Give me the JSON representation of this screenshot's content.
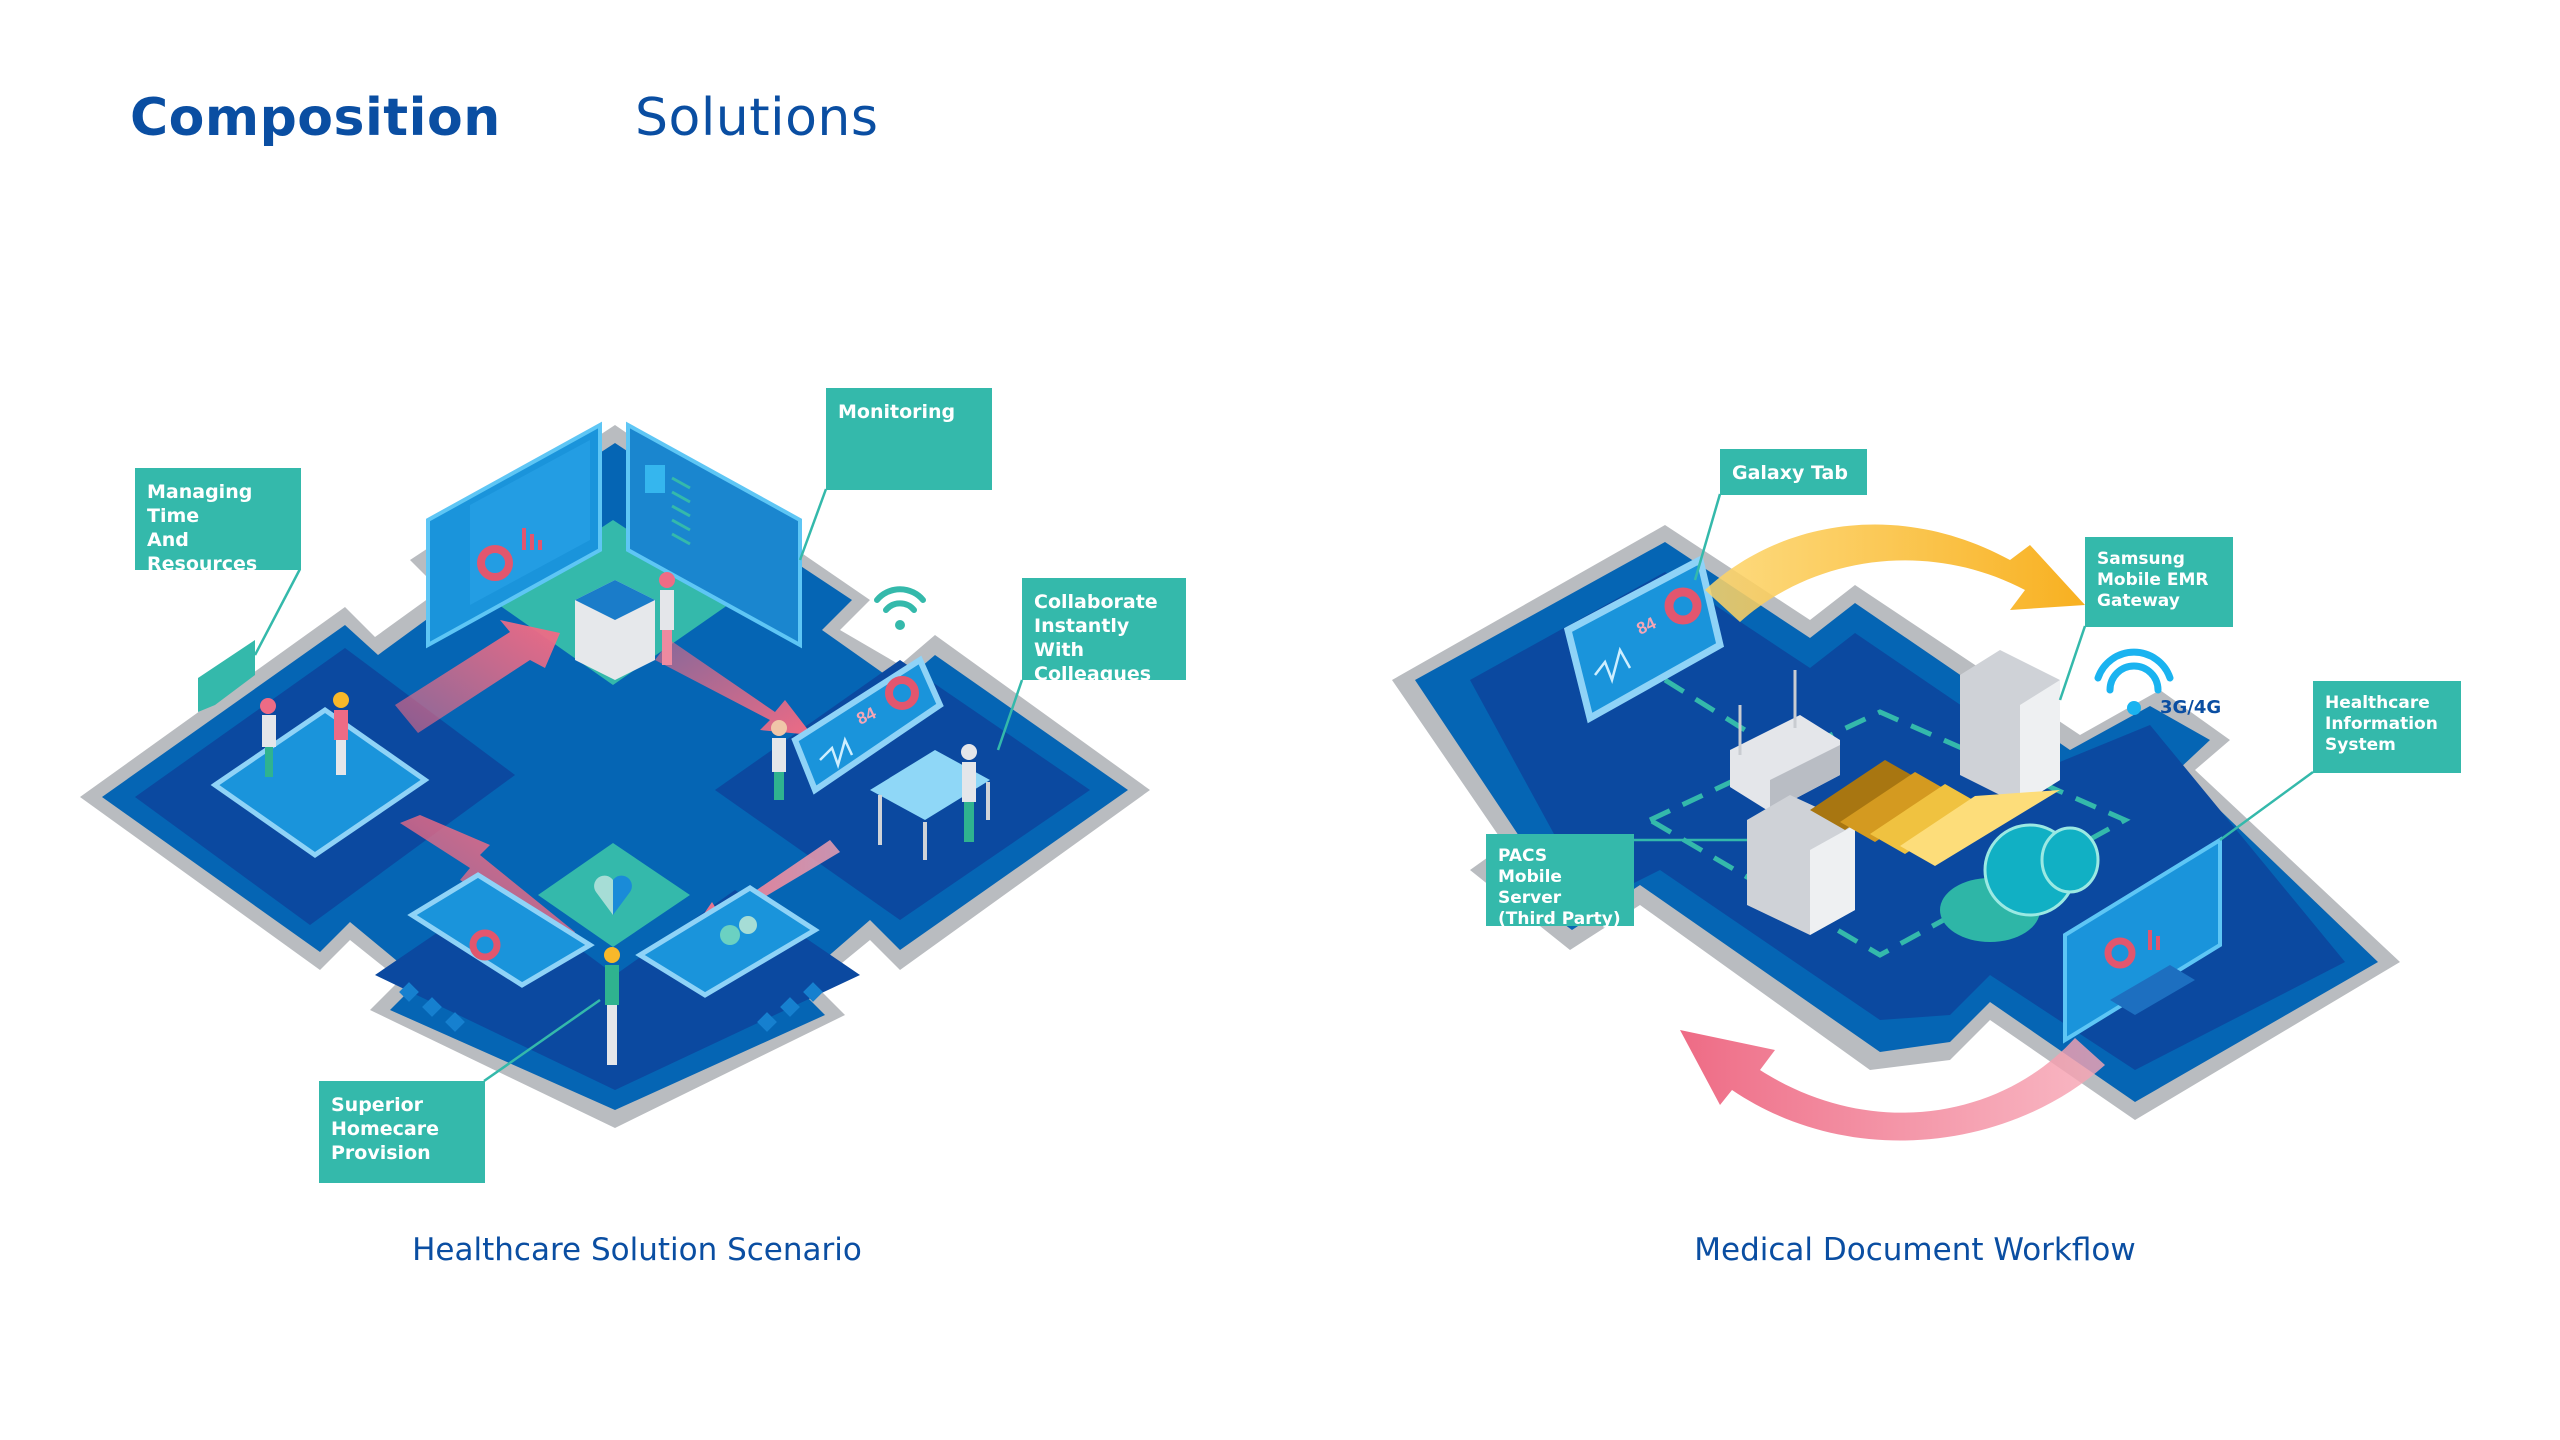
{
  "header": {
    "tab_active": "Composition",
    "tab_inactive": "Solutions"
  },
  "left_diagram": {
    "caption": "Healthcare Solution Scenario",
    "labels": {
      "managing": "Managing Time\nAnd Resources",
      "monitoring": "Monitoring",
      "collaborate": "Collaborate\nInstantly With\nColleagues",
      "homecare": "Superior\nHomecare\nProvision"
    },
    "monitor_reading": "84"
  },
  "right_diagram": {
    "caption": "Medical Document Workflow",
    "labels": {
      "galaxy_tab": "Galaxy Tab",
      "emr_gateway": "Samsung\nMobile EMR\nGateway",
      "his": "Healthcare\nInformation\nSystem",
      "pacs": "PACS\nMobile Server\n(Third Party)"
    },
    "network_label": "3G/4G",
    "tablet_reading": "84"
  },
  "colors": {
    "heading": "#0a4ea2",
    "label_bg": "#34b9ab",
    "platform_dark": "#0b49a0",
    "platform_mid": "#0565b4",
    "platform_border": "#b9bcc0",
    "arrow_pink": "#ee6b85",
    "arrow_yellow": "#f8b82a",
    "screen_blue": "#1a94db"
  }
}
